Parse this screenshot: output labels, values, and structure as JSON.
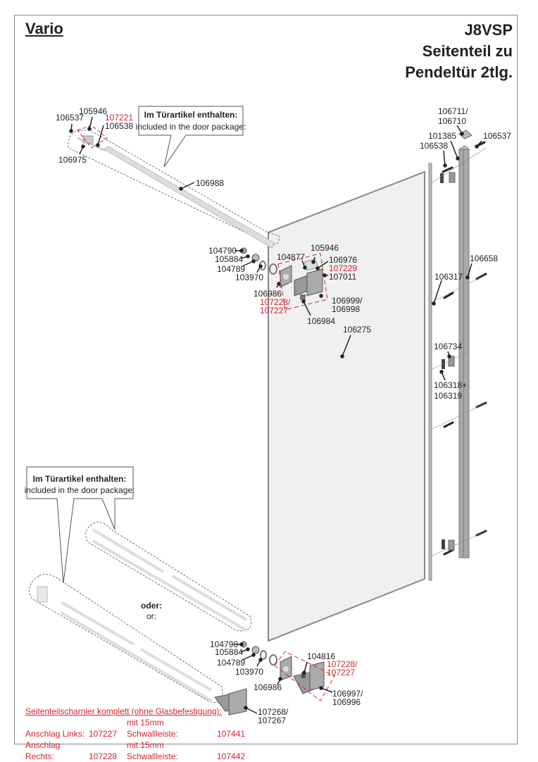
{
  "header": {
    "brand": "Vario",
    "title_lines": [
      "J8VSP",
      "Seitenteil zu",
      "Pendeltür 2tlg."
    ]
  },
  "callouts": [
    {
      "line1": "Im Türartikel enthalten:",
      "line2": "included in the door package:"
    },
    {
      "line1": "Im Türartikel enthalten:",
      "line2": "included in the door package:"
    }
  ],
  "alternative": {
    "de": "oder:",
    "en": "or:"
  },
  "labels": {
    "top_left": [
      "106537",
      "105946",
      "107221",
      "106538",
      "106975",
      "106988"
    ],
    "top_right": [
      "106711/",
      "106710",
      "101385",
      "106537",
      "106538"
    ],
    "upper_hinge": [
      "104790",
      "105884",
      "104789",
      "103970",
      "104877",
      "105946",
      "106976",
      "107229",
      "107011",
      "106986",
      "107228/",
      "107227",
      "106999/",
      "106998",
      "106984"
    ],
    "glass": "106275",
    "profile": [
      "106658",
      "106317",
      "106734",
      "106318+",
      "106319"
    ],
    "lower_hinge": [
      "104790",
      "105884",
      "104789",
      "103970",
      "104816",
      "107228/",
      "107227",
      "106986",
      "106997/",
      "106996",
      "107268/",
      "107267"
    ]
  },
  "red_labels": [
    "107221",
    "107229",
    "107228/",
    "107227"
  ],
  "footer": {
    "heading": "Seitenteilscharnier komplett (ohne Glasbefestigung):",
    "rows": [
      {
        "side": "Anschlag Links:",
        "code": "107227",
        "note": "mit 15mm Schwallleiste:",
        "code2": "107441"
      },
      {
        "side": "Anschlag Rechts:",
        "code": "107228",
        "note": "mit 15mm Schwallleiste:",
        "code2": "107442"
      }
    ]
  },
  "colors": {
    "accent_red": "#d9222a",
    "glass": "#f0f0f0",
    "metal": "#9a9a9a"
  }
}
